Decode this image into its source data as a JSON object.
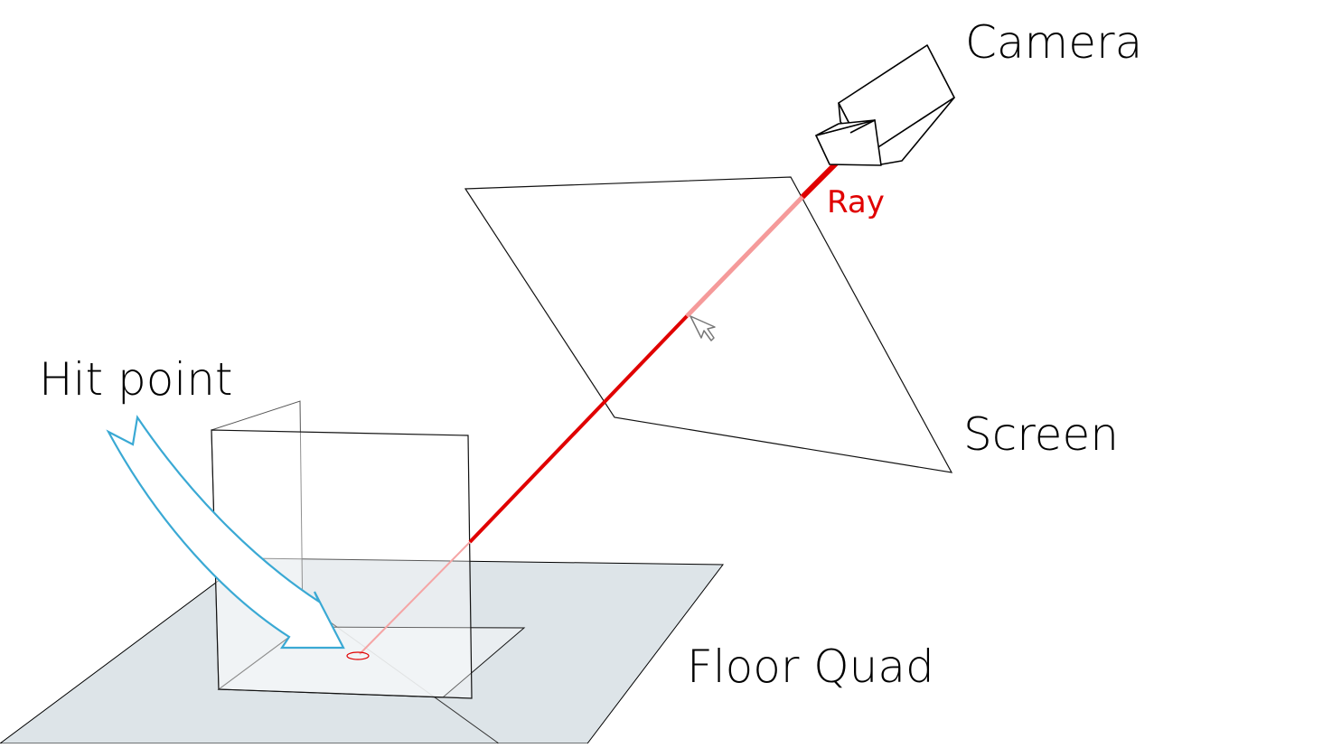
{
  "labels": {
    "camera": "Camera",
    "ray": "Ray",
    "screen": "Screen",
    "hit_point": "Hit point",
    "floor_quad": "Floor Quad"
  },
  "colors": {
    "ray": "#e00000",
    "ray_faded": "#f59a9a",
    "floor": "#dde4e8",
    "arrow": "#3aa9d4",
    "line": "#000000"
  },
  "icons": {
    "cursor": "mouse-cursor-icon",
    "camera": "camera-icon",
    "arrow": "curved-arrow-icon"
  }
}
